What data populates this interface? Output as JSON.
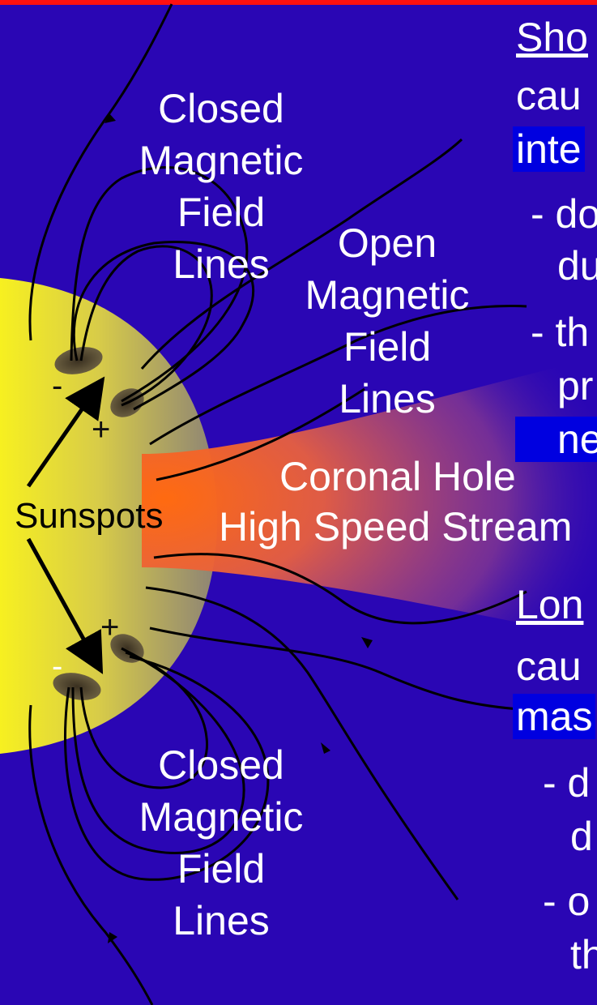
{
  "labels": {
    "closed_top": [
      "Closed",
      "Magnetic",
      "Field",
      "Lines"
    ],
    "open": [
      "Open",
      "Magnetic",
      "Field",
      "Lines"
    ],
    "closed_bottom": [
      "Closed",
      "Magnetic",
      "Field",
      "Lines"
    ],
    "coronal_hole": "Coronal Hole",
    "high_speed_stream": "High Speed Stream",
    "sunspots": "Sunspots"
  },
  "signs": {
    "top_minus": "-",
    "top_plus": "+",
    "bottom_plus": "+",
    "bottom_minus": "-"
  },
  "side_text": {
    "short_heading": "Sho",
    "short_line2": "cau",
    "short_highlight": "inte",
    "short_bullet1_a": "- do",
    "short_bullet1_b": "du",
    "short_bullet2_a": "- th",
    "short_bullet2_b": "pr",
    "short_bullet2_c": "ne",
    "long_heading": "Lon",
    "long_line2": "cau",
    "long_highlight": "mas",
    "long_bullet1_a": "- d",
    "long_bullet1_b": "d",
    "long_bullet2_a": "- o",
    "long_bullet2_b": "th"
  },
  "colors": {
    "background": "#2a06b4",
    "top_bar": "#ff1010",
    "sun_light": "#f7f030",
    "sun_dark": "#9a8f6a",
    "stream": "#f06020",
    "highlight": "#0000e0"
  }
}
